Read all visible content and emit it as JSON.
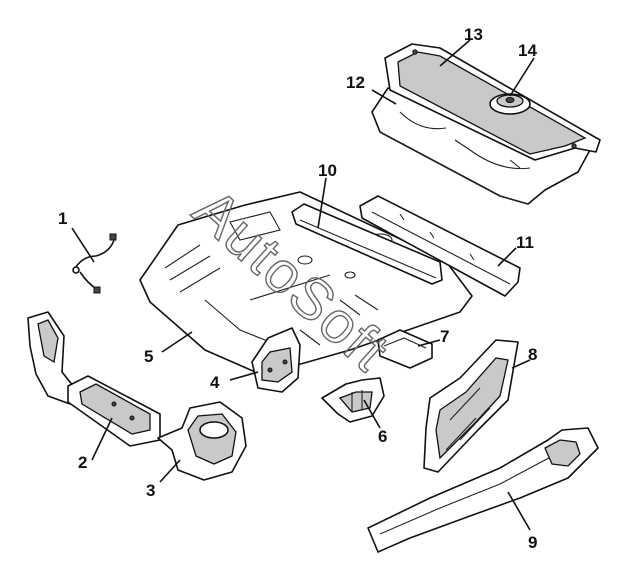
{
  "watermark": "AutoSoft",
  "callouts": {
    "c1": "1",
    "c2": "2",
    "c3": "3",
    "c4": "4",
    "c5": "5",
    "c6": "6",
    "c7": "7",
    "c8": "8",
    "c9": "9",
    "c10": "10",
    "c11": "11",
    "c12": "12",
    "c13": "13",
    "c14": "14"
  },
  "colors": {
    "line": "#111111",
    "shade": "#c9c9c9",
    "watermark": "#666666"
  }
}
